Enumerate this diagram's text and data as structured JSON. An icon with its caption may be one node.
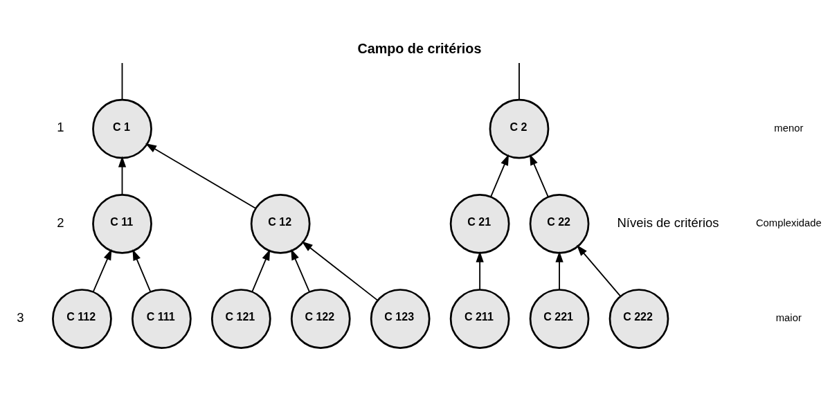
{
  "diagram": {
    "title": "Campo de critérios",
    "nodes": [
      {
        "text": [
          "C 1"
        ]
      },
      {
        "text": [
          "C 2"
        ]
      },
      {
        "text": [
          "C 11"
        ]
      },
      {
        "text": [
          "C 12"
        ]
      },
      {
        "text": [
          "C 21"
        ]
      },
      {
        "text": [
          "C 22"
        ]
      },
      {
        "text": [
          "C 111"
        ]
      },
      {
        "text": [
          "C 112"
        ]
      },
      {
        "text": [
          "C 121"
        ]
      },
      {
        "text": [
          "C 122"
        ]
      },
      {
        "text": [
          "C 123"
        ]
      },
      {
        "text": [
          "C 211"
        ]
      },
      {
        "text": [
          "C 221"
        ]
      },
      {
        "text": [
          "C 222"
        ]
      }
    ],
    "edges": [
      {
        "from": null,
        "to": 0,
        "arrow": "none"
      },
      {
        "from": null,
        "to": 1,
        "arrow": "none"
      },
      {
        "from": 2,
        "to": 0,
        "arrow": "to"
      },
      {
        "from": 3,
        "to": 0,
        "arrow": "to"
      },
      {
        "from": 4,
        "to": 1,
        "arrow": "to"
      },
      {
        "from": 5,
        "to": 1,
        "arrow": "to"
      },
      {
        "from": 6,
        "to": 2,
        "arrow": "to"
      },
      {
        "from": 7,
        "to": 2,
        "arrow": "to"
      },
      {
        "from": 8,
        "to": 3,
        "arrow": "to"
      },
      {
        "from": 9,
        "to": 3,
        "arrow": "to"
      },
      {
        "from": 10,
        "to": 3,
        "arrow": "to"
      },
      {
        "from": 11,
        "to": 4,
        "arrow": "to"
      },
      {
        "from": 12,
        "to": 5,
        "arrow": "to"
      },
      {
        "from": 13,
        "to": 5,
        "arrow": "to"
      }
    ],
    "labels": [
      "Níveis de critérios",
      "menor",
      "Complexidade",
      "maior",
      "1",
      "2",
      "3"
    ]
  }
}
